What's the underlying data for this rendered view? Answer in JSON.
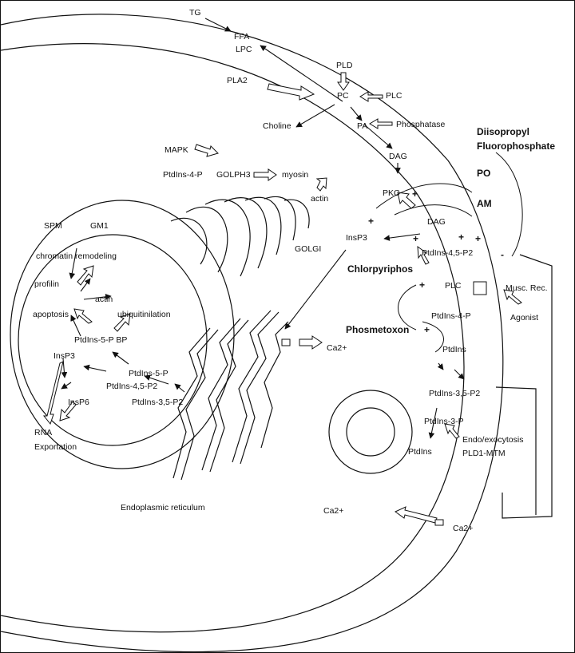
{
  "labels": {
    "tg": "TG",
    "ffa": "FFA",
    "lpc": "LPC",
    "pla2": "PLA2",
    "pld": "PLD",
    "pc": "PC",
    "plc_top": "PLC",
    "choline": "Choline",
    "pa": "PA",
    "phosphatase": "Phosphatase",
    "dag_top": "DAG",
    "mapk": "MAPK",
    "ptdins4p_golgi": "PtdIns-4-P",
    "golph3": "GOLPH3",
    "myosin": "myosin",
    "actin_golgi": "actin",
    "golgi": "GOLGI",
    "pkc": "PKC",
    "diisopropyl_1": "Diisopropyl",
    "diisopropyl_2": "Fluorophosphate",
    "po": "PO",
    "am": "AM",
    "dag_mid": "DAG",
    "insp3_cyto": "InsP3",
    "ptdins45p2_mem": "PtdIns-4,5-P2",
    "chlorpyriphos": "Chlorpyriphos",
    "plc_mid": "PLC",
    "musc_rec": "Musc. Rec.",
    "agonist": "Agonist",
    "ptdins4p_mem": "PtdIns-4-P",
    "phosmetoxon": "Phosmetoxon",
    "ptdins_mem": "PtdIns",
    "ca2_er": "Ca2+",
    "ptdins35p2_mem": "PtdIns-3,5-P2",
    "ptdins3p": "PtdIns-3-P",
    "ptdins_low": "PtdIns",
    "endo_exo": "Endo/exocytosis",
    "pld1_mtm": "PLD1-MTM",
    "er": "Endoplasmic reticulum",
    "ca2_in": "Ca2+",
    "ca2_out": "Ca2+",
    "spm": "SPM",
    "gm1": "GM1",
    "chromatin": "chromatin remodeling",
    "profilin": "profilin",
    "actin_nuc": "actin",
    "apoptosis": "apoptosis",
    "ubiquitin": "ubiquitinilation",
    "ptdins5pbp": "PtdIns-5-P BP",
    "insp3_nuc": "InsP3",
    "ptdins5p_nuc": "PtdIns-5-P",
    "ptdins45p2_nuc": "PtdIns-4,5-P2",
    "ptdins35p2_nuc": "PtdIns-3,5-P2",
    "insp6": "InsP6",
    "rna": "RNA",
    "exportation": "Exportation"
  },
  "signs": {
    "plus": "+",
    "minus": "-"
  }
}
